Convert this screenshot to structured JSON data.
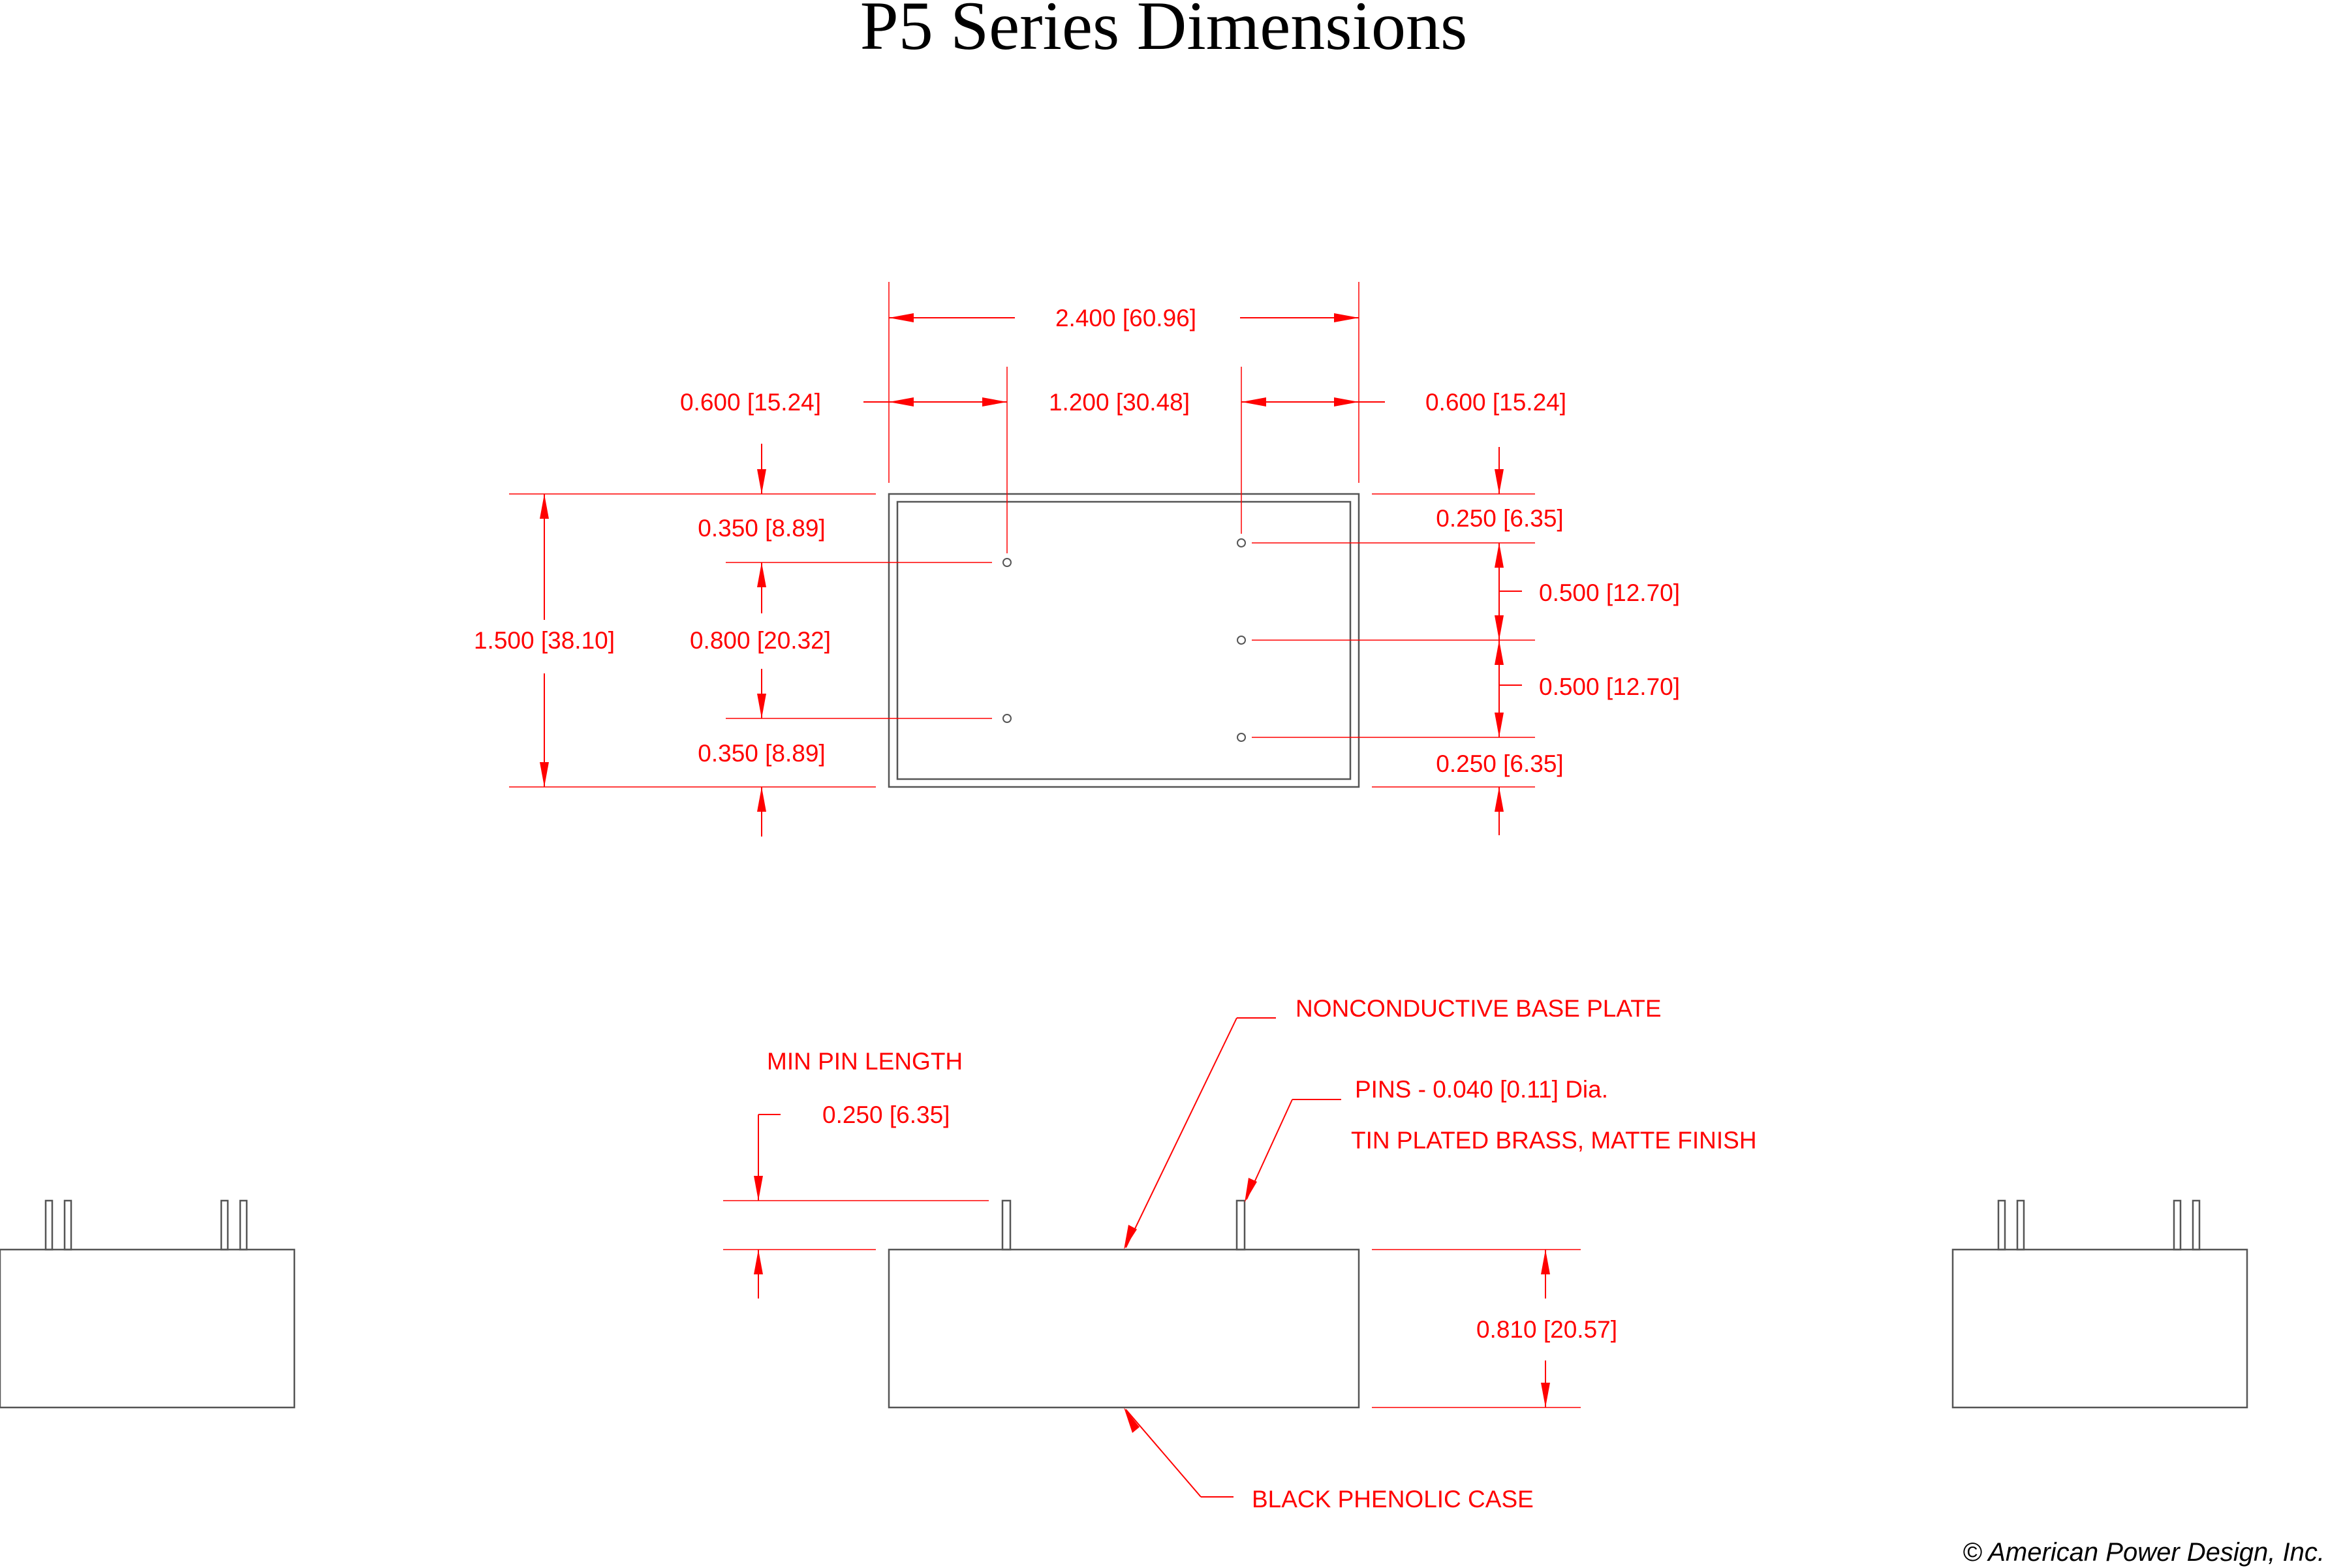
{
  "title": "P5 Series Dimensions",
  "accent_color": "#ff0000",
  "outline_color": "#555555",
  "top_view": {
    "overall_width": "2.400 [60.96]",
    "left_edge_to_pins": "0.600 [15.24]",
    "pin_column_spacing": "1.200 [30.48]",
    "right_pins_to_edge": "0.600 [15.24]",
    "overall_height": "1.500 [38.10]",
    "left_top_to_pin": "0.350 [8.89]",
    "left_pin_spacing": "0.800 [20.32]",
    "left_pin_to_bottom": "0.350 [8.89]",
    "right_top_to_pin": "0.250 [6.35]",
    "right_pin_spacing_1": "0.500 [12.70]",
    "right_pin_spacing_2": "0.500 [12.70]",
    "right_pin_to_bottom": "0.250 [6.35]"
  },
  "side_view": {
    "min_pin_length_label": "MIN PIN LENGTH",
    "min_pin_length_value": "0.250 [6.35]",
    "base_plate_note": "NONCONDUCTIVE BASE PLATE",
    "pins_note": "PINS -  0.040 [0.11] Dia.",
    "pins_finish_note": "TIN PLATED BRASS, MATTE FINISH",
    "case_height": "0.810 [20.57]",
    "case_note": "BLACK PHENOLIC CASE"
  },
  "copyright": "© American Power Design, Inc."
}
